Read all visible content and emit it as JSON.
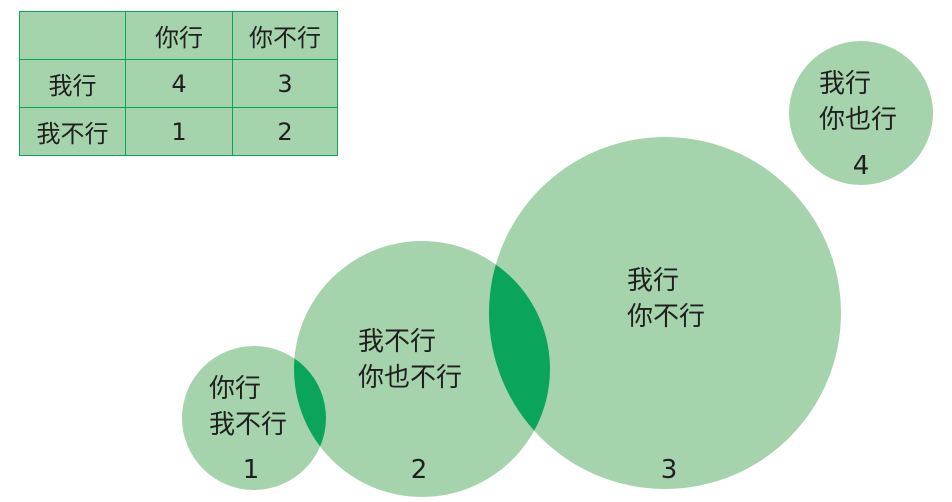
{
  "matrix": {
    "col_headers": [
      "",
      "你行",
      "你不行"
    ],
    "rows": [
      {
        "label": "我行",
        "cells": [
          "4",
          "3"
        ]
      },
      {
        "label": "我不行",
        "cells": [
          "1",
          "2"
        ]
      }
    ]
  },
  "circles": [
    {
      "lines": [
        "你行",
        "我不行"
      ],
      "number": "1"
    },
    {
      "lines": [
        "我不行",
        "你也不行"
      ],
      "number": "2"
    },
    {
      "lines": [
        "我行",
        "你不行"
      ],
      "number": "3"
    },
    {
      "lines": [
        "我行",
        "你也行"
      ],
      "number": "4"
    }
  ],
  "colors": {
    "circle_fill": "#a5d3ab",
    "overlap_fill": "#0aa55a",
    "table_border": "#0aa55a",
    "text": "#1f1f1f"
  }
}
